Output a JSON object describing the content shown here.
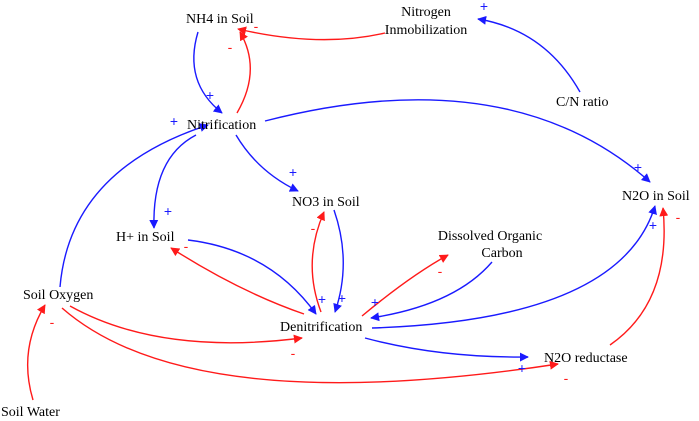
{
  "colors": {
    "positive": "#1a1aff",
    "negative": "#ff1a1a",
    "text": "#000000",
    "background": "#ffffff"
  },
  "nodes": {
    "nh4": "NH4 in Soil",
    "nimm1": "Nitrogen",
    "nimm2": "Inmobilization",
    "cn": "C/N ratio",
    "nitrification": "Nitrification",
    "no3": "NO3 in Soil",
    "n2o": "N2O in Soil",
    "hplus": "H+ in Soil",
    "doc1": "Dissolved Organic",
    "doc2": "Carbon",
    "soiloxygen": "Soil Oxygen",
    "denitrification": "Denitrification",
    "n2oreductase": "N2O reductase",
    "soilwater": "Soil Water"
  },
  "links": [
    {
      "id": "immob-to-nh4",
      "polarity": "-"
    },
    {
      "id": "cn-to-immob",
      "polarity": "+"
    },
    {
      "id": "nh4-to-nitrification",
      "polarity": "+"
    },
    {
      "id": "nitrification-to-nh4",
      "polarity": "-"
    },
    {
      "id": "nitrification-to-n2o",
      "polarity": "+"
    },
    {
      "id": "nitrification-to-no3",
      "polarity": "+"
    },
    {
      "id": "nitrification-to-hplus",
      "polarity": "+"
    },
    {
      "id": "soiloxygen-to-nitrification",
      "polarity": "+"
    },
    {
      "id": "no3-to-denitrification",
      "polarity": "+"
    },
    {
      "id": "denitrification-to-no3",
      "polarity": "-"
    },
    {
      "id": "hplus-to-denitrification",
      "polarity": "+"
    },
    {
      "id": "denitrification-to-hplus",
      "polarity": "-"
    },
    {
      "id": "doc-to-denitrification",
      "polarity": "+"
    },
    {
      "id": "denitrification-to-doc",
      "polarity": "-"
    },
    {
      "id": "denitrification-to-n2o",
      "polarity": "+"
    },
    {
      "id": "n2oreductase-to-n2o",
      "polarity": "-"
    },
    {
      "id": "denitrification-to-n2oreductase",
      "polarity": "+"
    },
    {
      "id": "soiloxygen-to-denitrification",
      "polarity": "-"
    },
    {
      "id": "soiloxygen-to-n2oreductase",
      "polarity": "-"
    },
    {
      "id": "soilwater-to-soiloxygen",
      "polarity": "-"
    }
  ]
}
